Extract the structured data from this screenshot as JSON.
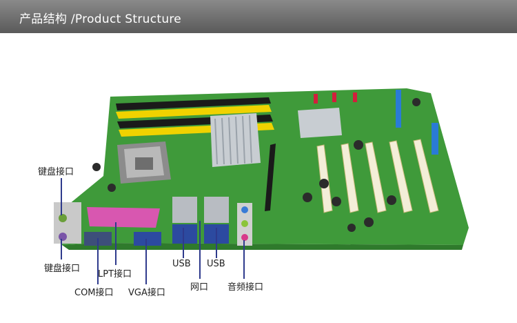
{
  "header": {
    "title": "产品结构 /Product  Structure"
  },
  "labels": {
    "keyboard_top": "键盘接口",
    "keyboard_bottom": "键盘接口",
    "com": "COM接口",
    "lpt": "LPT接口",
    "vga": "VGA接口",
    "usb_left": "USB",
    "usb_right": "USB",
    "lan": "网口",
    "audio": "音频接口"
  },
  "colors": {
    "header_bg": "#6d6d6d",
    "pcb": "#3f9a3a",
    "slot_white": "#f3eed8",
    "slot_yellow": "#f0d200",
    "pointer": "#2e3a8c",
    "heatsink": "#c8cdd2"
  }
}
